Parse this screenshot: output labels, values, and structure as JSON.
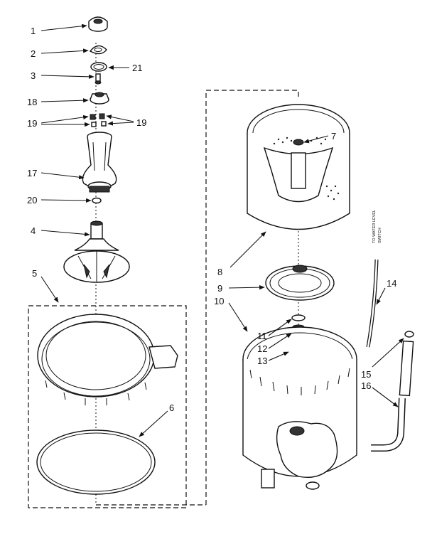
{
  "diagram": {
    "note_line1": "TO WATER LEVEL",
    "note_line2": "SWITCH",
    "callouts": [
      {
        "id": "1",
        "text": "1"
      },
      {
        "id": "2",
        "text": "2"
      },
      {
        "id": "21",
        "text": "21"
      },
      {
        "id": "3",
        "text": "3"
      },
      {
        "id": "18",
        "text": "18"
      },
      {
        "id": "19a",
        "text": "19"
      },
      {
        "id": "19b",
        "text": "19"
      },
      {
        "id": "17",
        "text": "17"
      },
      {
        "id": "20",
        "text": "20"
      },
      {
        "id": "4",
        "text": "4"
      },
      {
        "id": "5",
        "text": "5"
      },
      {
        "id": "6",
        "text": "6"
      },
      {
        "id": "7",
        "text": "7"
      },
      {
        "id": "8",
        "text": "8"
      },
      {
        "id": "9",
        "text": "9"
      },
      {
        "id": "10",
        "text": "10"
      },
      {
        "id": "11",
        "text": "11"
      },
      {
        "id": "12",
        "text": "12"
      },
      {
        "id": "13",
        "text": "13"
      },
      {
        "id": "14",
        "text": "14"
      },
      {
        "id": "15",
        "text": "15"
      },
      {
        "id": "16",
        "text": "16"
      }
    ]
  }
}
